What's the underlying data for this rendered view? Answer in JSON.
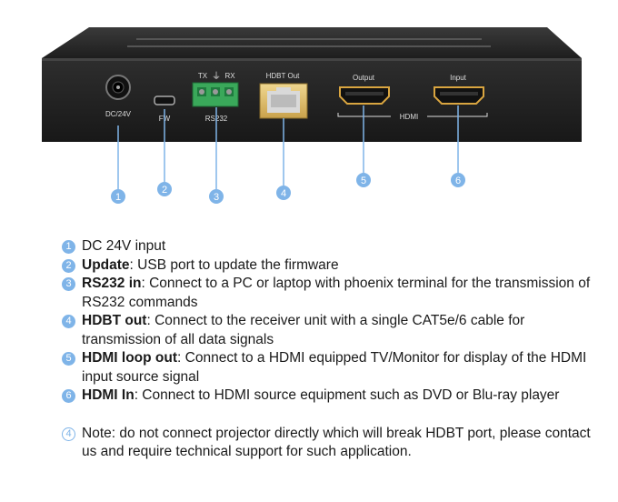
{
  "device": {
    "ports": {
      "dc": "DC/24V",
      "fw": "FW",
      "rs232": "RS232",
      "tx": "TX",
      "rx": "RX",
      "hdbt_out": "HDBT Out",
      "output": "Output",
      "input": "Input",
      "hdmi": "HDMI"
    },
    "callouts": [
      "1",
      "2",
      "3",
      "4",
      "5",
      "6"
    ]
  },
  "legend": [
    {
      "num": "1",
      "title": "",
      "text": "DC 24V input"
    },
    {
      "num": "2",
      "title": "Update",
      "text": ": USB port to update the firmware"
    },
    {
      "num": "3",
      "title": "RS232 in",
      "text": ": Connect to a PC or laptop with phoenix terminal for the transmission of RS232 commands"
    },
    {
      "num": "4",
      "title": "HDBT out",
      "text": ": Connect to the receiver unit with a single CAT5e/6 cable for transmission of all data signals"
    },
    {
      "num": "5",
      "title": "HDMI loop out",
      "text": ": Connect to a HDMI equipped TV/Monitor for display of the HDMI input source signal"
    },
    {
      "num": "6",
      "title": "HDMI In",
      "text": ": Connect to HDMI source equipment such as DVD or Blu-ray player"
    }
  ],
  "note": {
    "num": "4",
    "text": "Note: do not connect projector directly which will break HDBT port, please contact us and require technical support for such application."
  },
  "colors": {
    "accent": "#7fb4e8",
    "chassis": "#2b2b2b"
  }
}
